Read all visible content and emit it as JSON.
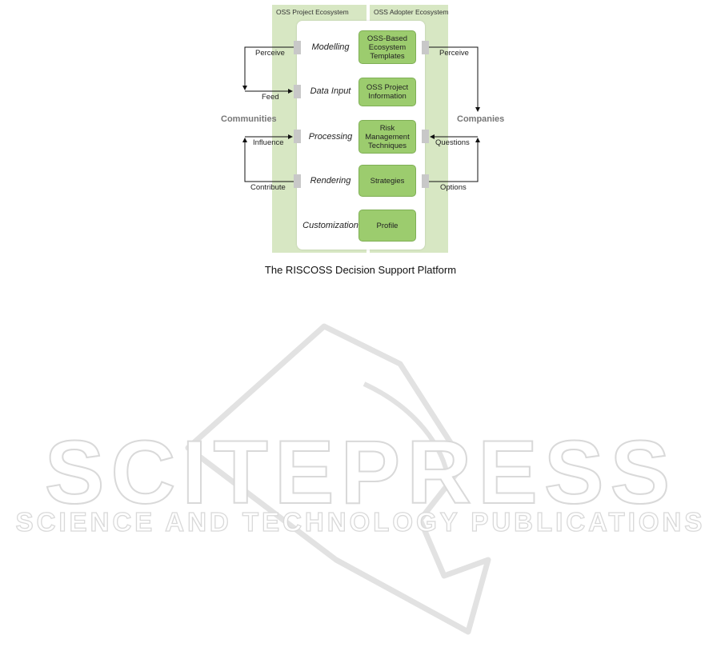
{
  "watermark": {
    "title": "SCITEPRESS",
    "subtitle": "SCIENCE AND TECHNOLOGY PUBLICATIONS"
  },
  "ecosystems": {
    "left": "OSS Project Ecosystem",
    "right": "OSS Adopter Ecosystem"
  },
  "stages": [
    "Modelling",
    "Data Input",
    "Processing",
    "Rendering",
    "Customization"
  ],
  "boxes": [
    "OSS-Based\nEcosystem\nTemplates",
    "OSS Project\nInformation",
    "Risk\nManagement\nTechniques",
    "Strategies",
    "Profile"
  ],
  "left_flows": [
    "Perceive",
    "Feed",
    "Influence",
    "Contribute"
  ],
  "right_flows": [
    "Perceive",
    "Questions",
    "Options"
  ],
  "actors": {
    "left": "Communities",
    "right": "Companies"
  },
  "caption": "The RISCOSS Decision Support Platform",
  "colors": {
    "band": "#d7e7c3",
    "box": "#9ccc6e",
    "connector": "#c8c8c8"
  }
}
